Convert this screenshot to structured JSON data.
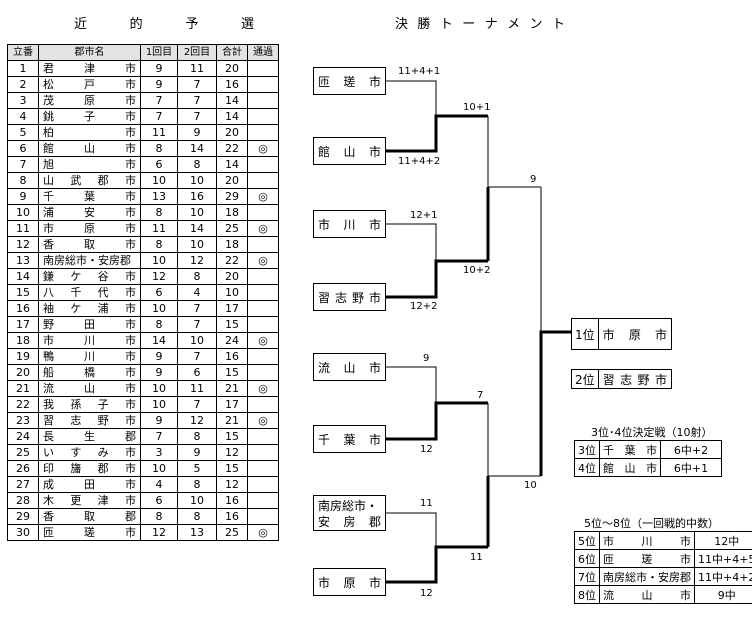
{
  "qualifier_title": [
    "近",
    "的",
    "予",
    "選"
  ],
  "final_title": [
    "決",
    "勝",
    "ト",
    "ー",
    "ナ",
    "メ",
    "ン",
    "ト"
  ],
  "qual_headers": [
    "立番",
    "郡市名",
    "1回目",
    "2回目",
    "合計",
    "通過"
  ],
  "qual_rows": [
    {
      "no": "1",
      "city": "君 津 市",
      "r1": "9",
      "r2": "11",
      "total": "20",
      "pass": ""
    },
    {
      "no": "2",
      "city": "松 戸 市",
      "r1": "9",
      "r2": "7",
      "total": "16",
      "pass": ""
    },
    {
      "no": "3",
      "city": "茂 原 市",
      "r1": "7",
      "r2": "7",
      "total": "14",
      "pass": ""
    },
    {
      "no": "4",
      "city": "銚 子 市",
      "r1": "7",
      "r2": "7",
      "total": "14",
      "pass": ""
    },
    {
      "no": "5",
      "city": "柏 市",
      "r1": "11",
      "r2": "9",
      "total": "20",
      "pass": ""
    },
    {
      "no": "6",
      "city": "館 山 市",
      "r1": "8",
      "r2": "14",
      "total": "22",
      "pass": "◎"
    },
    {
      "no": "7",
      "city": "旭 市",
      "r1": "6",
      "r2": "8",
      "total": "14",
      "pass": ""
    },
    {
      "no": "8",
      "city": "山 武 郡 市",
      "r1": "10",
      "r2": "10",
      "total": "20",
      "pass": ""
    },
    {
      "no": "9",
      "city": "千 葉 市",
      "r1": "13",
      "r2": "16",
      "total": "29",
      "pass": "◎"
    },
    {
      "no": "10",
      "city": "浦 安 市",
      "r1": "8",
      "r2": "10",
      "total": "18",
      "pass": ""
    },
    {
      "no": "11",
      "city": "市 原 市",
      "r1": "11",
      "r2": "14",
      "total": "25",
      "pass": "◎"
    },
    {
      "no": "12",
      "city": "香 取 市",
      "r1": "8",
      "r2": "10",
      "total": "18",
      "pass": ""
    },
    {
      "no": "13",
      "city": "南房総市・安房郡",
      "r1": "10",
      "r2": "12",
      "total": "22",
      "pass": "◎"
    },
    {
      "no": "14",
      "city": "鎌 ケ 谷 市",
      "r1": "12",
      "r2": "8",
      "total": "20",
      "pass": ""
    },
    {
      "no": "15",
      "city": "八 千 代 市",
      "r1": "6",
      "r2": "4",
      "total": "10",
      "pass": ""
    },
    {
      "no": "16",
      "city": "袖 ケ 浦 市",
      "r1": "10",
      "r2": "7",
      "total": "17",
      "pass": ""
    },
    {
      "no": "17",
      "city": "野 田 市",
      "r1": "8",
      "r2": "7",
      "total": "15",
      "pass": ""
    },
    {
      "no": "18",
      "city": "市 川 市",
      "r1": "14",
      "r2": "10",
      "total": "24",
      "pass": "◎"
    },
    {
      "no": "19",
      "city": "鴨 川 市",
      "r1": "9",
      "r2": "7",
      "total": "16",
      "pass": ""
    },
    {
      "no": "20",
      "city": "船 橋 市",
      "r1": "9",
      "r2": "6",
      "total": "15",
      "pass": ""
    },
    {
      "no": "21",
      "city": "流 山 市",
      "r1": "10",
      "r2": "11",
      "total": "21",
      "pass": "◎"
    },
    {
      "no": "22",
      "city": "我 孫 子 市",
      "r1": "10",
      "r2": "7",
      "total": "17",
      "pass": ""
    },
    {
      "no": "23",
      "city": "習 志 野 市",
      "r1": "9",
      "r2": "12",
      "total": "21",
      "pass": "◎"
    },
    {
      "no": "24",
      "city": "長 生 郡",
      "r1": "7",
      "r2": "8",
      "total": "15",
      "pass": ""
    },
    {
      "no": "25",
      "city": "い す み 市",
      "r1": "3",
      "r2": "9",
      "total": "12",
      "pass": ""
    },
    {
      "no": "26",
      "city": "印 旛 郡 市",
      "r1": "10",
      "r2": "5",
      "total": "15",
      "pass": ""
    },
    {
      "no": "27",
      "city": "成 田 市",
      "r1": "4",
      "r2": "8",
      "total": "12",
      "pass": ""
    },
    {
      "no": "28",
      "city": "木 更 津 市",
      "r1": "6",
      "r2": "10",
      "total": "16",
      "pass": ""
    },
    {
      "no": "29",
      "city": "香 取 郡",
      "r1": "8",
      "r2": "8",
      "total": "16",
      "pass": ""
    },
    {
      "no": "30",
      "city": "匝 瑳 市",
      "r1": "12",
      "r2": "13",
      "total": "25",
      "pass": "◎"
    }
  ],
  "bracket": {
    "teams": [
      "匝 瑳 市",
      "館 山 市",
      "市 川 市",
      "習 志 野 市",
      "流 山 市",
      "千 葉 市",
      "南房総市・",
      "安 房 郡",
      "市 原 市"
    ],
    "scores": [
      "11+4+1",
      "11+4+2",
      "10+1",
      "12+1",
      "12+2",
      "10+2",
      "9",
      "9",
      "12",
      "7",
      "11",
      "12",
      "11",
      "10"
    ]
  },
  "ranking": {
    "first": {
      "pos": "1位",
      "name": "市 原 市"
    },
    "second": {
      "pos": "2位",
      "name": "習 志 野 市"
    }
  },
  "third_fourth": {
    "title": "3位･4位決定戦（10射）",
    "rows": [
      {
        "pos": "3位",
        "name": "千 葉 市",
        "score": "6中+2"
      },
      {
        "pos": "4位",
        "name": "館 山 市",
        "score": "6中+1"
      }
    ]
  },
  "fifth_eighth": {
    "title": "5位～8位（一回戦的中数）",
    "rows": [
      {
        "pos": "5位",
        "name": "市 川 市",
        "score": "12中"
      },
      {
        "pos": "6位",
        "name": "匝 瑳 市",
        "score": "11中+4+5"
      },
      {
        "pos": "7位",
        "name": "南房総市・安房郡",
        "score": "11中+4+2"
      },
      {
        "pos": "8位",
        "name": "流 山 市",
        "score": "9中"
      }
    ]
  }
}
